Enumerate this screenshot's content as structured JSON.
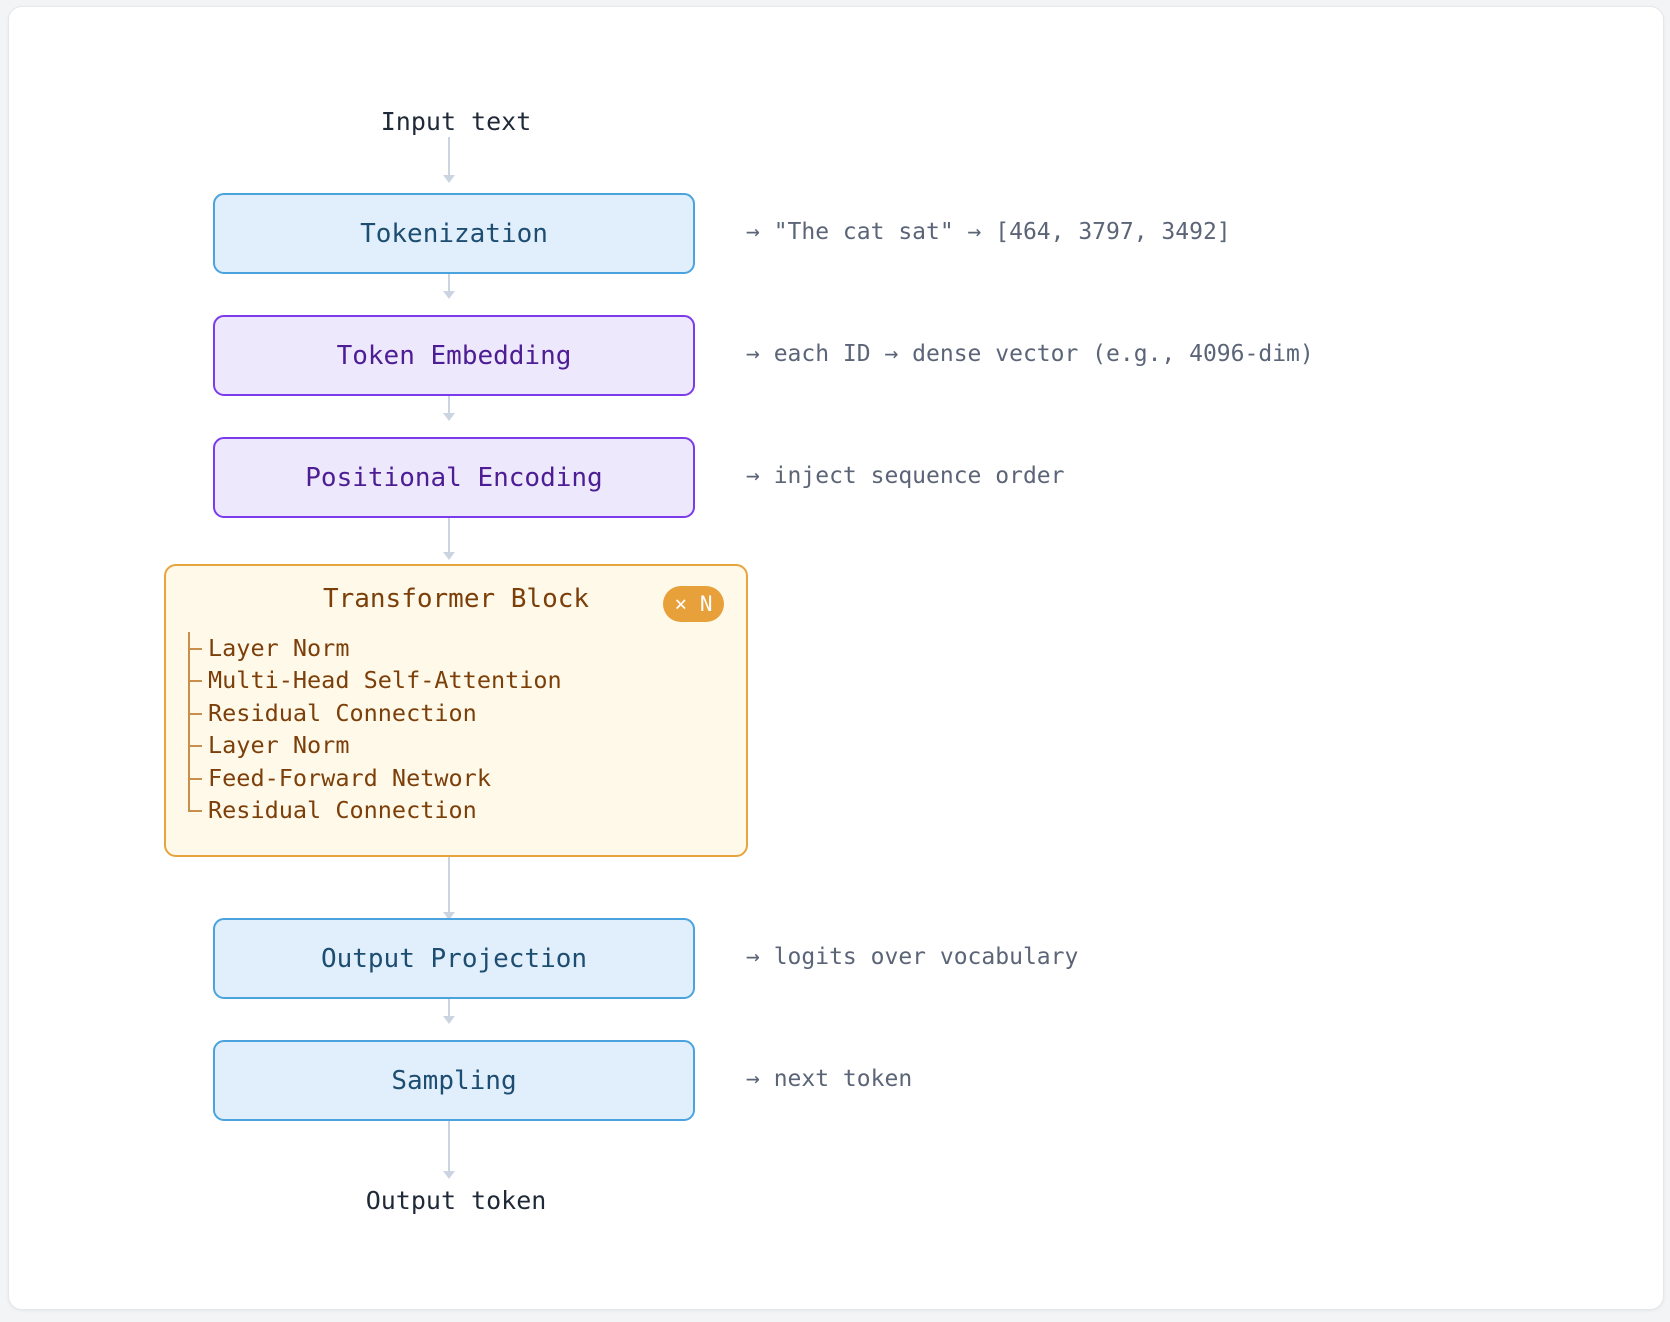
{
  "input_label": "Input text",
  "output_label": "Output token",
  "stages": [
    {
      "label": "Tokenization",
      "note": "→ \"The cat sat\" → [464, 3797, 3492]"
    },
    {
      "label": "Token Embedding",
      "note": "→ each ID → dense vector (e.g., 4096-dim)"
    },
    {
      "label": "Positional Encoding",
      "note": "→ inject sequence order"
    },
    {
      "label": "Output Projection",
      "note": "→ logits over vocabulary"
    },
    {
      "label": "Sampling",
      "note": "→ next token"
    }
  ],
  "transformer_block": {
    "title": "Transformer Block",
    "repeat_badge": "× N",
    "sublayers": [
      "Layer Norm",
      "Multi-Head Self-Attention",
      "Residual Connection",
      "Layer Norm",
      "Feed-Forward Network",
      "Residual Connection"
    ]
  },
  "colors": {
    "io_stage_fill": "#e0effb",
    "io_stage_border": "#4aa3df",
    "embedding_stage_fill": "#ede8fb",
    "embedding_stage_border": "#7c3aed",
    "transformer_fill": "#fef9e9",
    "transformer_border": "#e8a43c",
    "connector": "#cbd5e1"
  }
}
